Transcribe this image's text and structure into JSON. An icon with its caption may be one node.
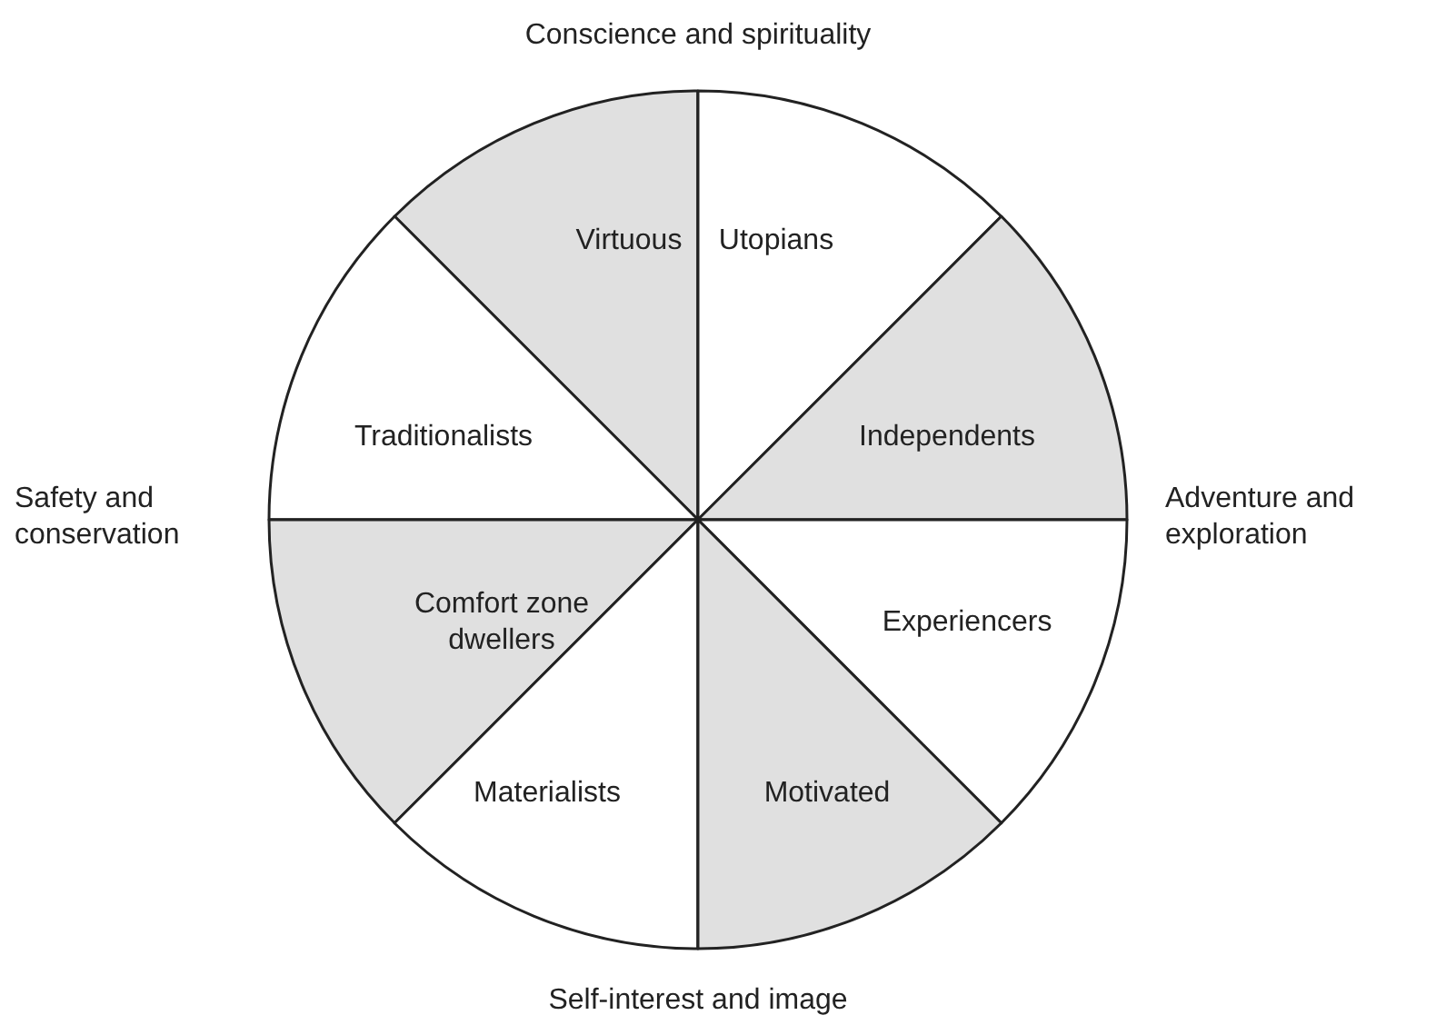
{
  "diagram": {
    "nodes": [
      {
        "text": [
          "Virtuous"
        ]
      },
      {
        "text": [
          "Utopians"
        ]
      },
      {
        "text": [
          "Traditionalists"
        ]
      },
      {
        "text": [
          "Independents"
        ]
      },
      {
        "text": [
          "Comfort zone dwellers"
        ]
      },
      {
        "text": [
          "Experiencers"
        ]
      },
      {
        "text": [
          "Materialists"
        ]
      },
      {
        "text": [
          "Motivated"
        ]
      }
    ],
    "labels": [
      "Conscience and spirituality",
      "Safety and conservation",
      "Adventure and exploration",
      "Self-interest and image"
    ]
  }
}
